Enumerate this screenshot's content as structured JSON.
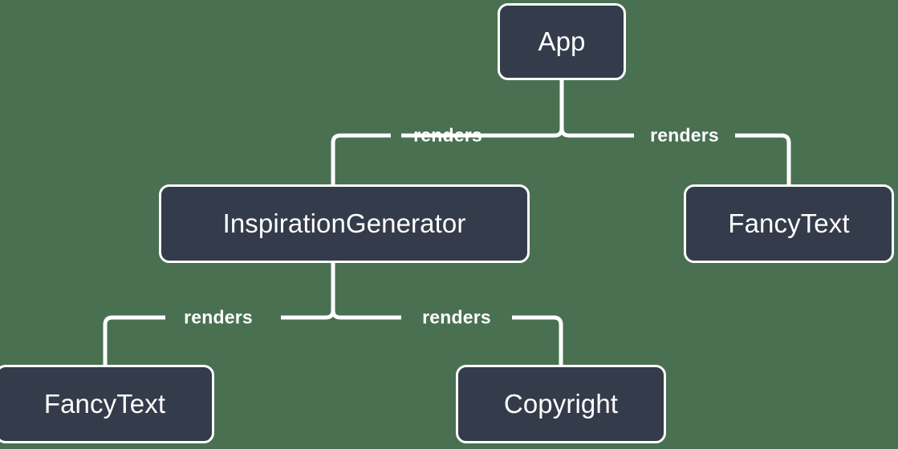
{
  "diagram": {
    "type": "component-tree",
    "background_color": "#4a7052",
    "node_fill_color": "#343b4a",
    "node_border_color": "#ffffff",
    "text_color": "#ffffff",
    "nodes": [
      {
        "id": "app",
        "label": "App"
      },
      {
        "id": "inspiration",
        "label": "InspirationGenerator"
      },
      {
        "id": "fancytext_right",
        "label": "FancyText"
      },
      {
        "id": "fancytext_bottom",
        "label": "FancyText"
      },
      {
        "id": "copyright",
        "label": "Copyright"
      }
    ],
    "edges": [
      {
        "from": "app",
        "to": "inspiration",
        "label": "renders"
      },
      {
        "from": "app",
        "to": "fancytext_right",
        "label": "renders"
      },
      {
        "from": "inspiration",
        "to": "fancytext_bottom",
        "label": "renders"
      },
      {
        "from": "inspiration",
        "to": "copyright",
        "label": "renders"
      }
    ],
    "edge_labels": [
      {
        "id": "label_app_inspiration",
        "text": "renders"
      },
      {
        "id": "label_app_fancytext",
        "text": "renders"
      },
      {
        "id": "label_inspiration_fancytext",
        "text": "renders"
      },
      {
        "id": "label_inspiration_copyright",
        "text": "renders"
      }
    ]
  }
}
